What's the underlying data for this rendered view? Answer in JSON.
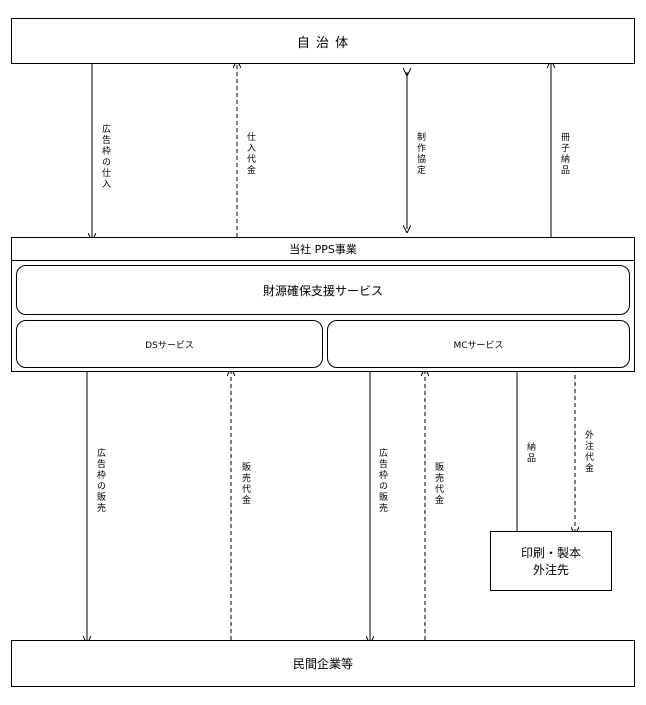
{
  "top_box": {
    "label": "自 治 体"
  },
  "company": {
    "header": "当社 PPS事業",
    "funding_service": "財源確保支援サービス",
    "ds_service": "DSサービス",
    "mc_service": "MCサービス"
  },
  "printer_box": {
    "line1": "印刷・製本",
    "line2": "外注先"
  },
  "bottom_box": {
    "label": "民間企業等"
  },
  "upper_flows": {
    "ad_slot_purchase": "広告枠の仕入",
    "purchase_payment": "仕入代金",
    "production_agreement": "制作協定",
    "booklet_delivery": "冊子納品"
  },
  "lower_flows": {
    "ds_ad_slot_sales": "広告枠の販売",
    "ds_sales_payment": "販売代金",
    "mc_ad_slot_sales": "広告枠の販売",
    "mc_sales_payment": "販売代金",
    "delivery": "納品",
    "outsourcing_payment": "外注代金"
  }
}
